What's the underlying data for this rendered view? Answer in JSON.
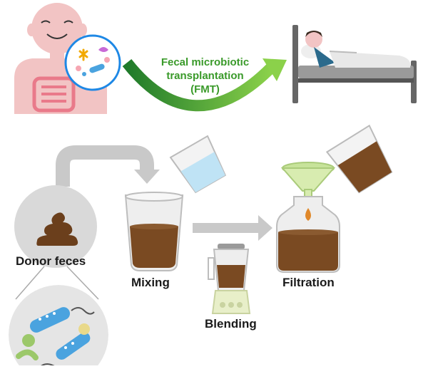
{
  "labels": {
    "fmt_line1": "Fecal microbiotic",
    "fmt_line2": "transplantation",
    "fmt_line3": "(FMT)",
    "donor_feces": "Donor feces",
    "mixing": "Mixing",
    "blending": "Blending",
    "filtration": "Filtration"
  },
  "colors": {
    "skin": "#f2c4c4",
    "intestine": "#e97a8a",
    "green_arrow": "#4caf3a",
    "gray_arrow": "#c9c9c9",
    "stool": "#6b3f1c",
    "liquid_brown": "#7a4a22",
    "water": "#bfe3f5",
    "glass": "#eaeaea",
    "funnel": "#d8ecb0",
    "blender_base": "#e8efc9"
  }
}
